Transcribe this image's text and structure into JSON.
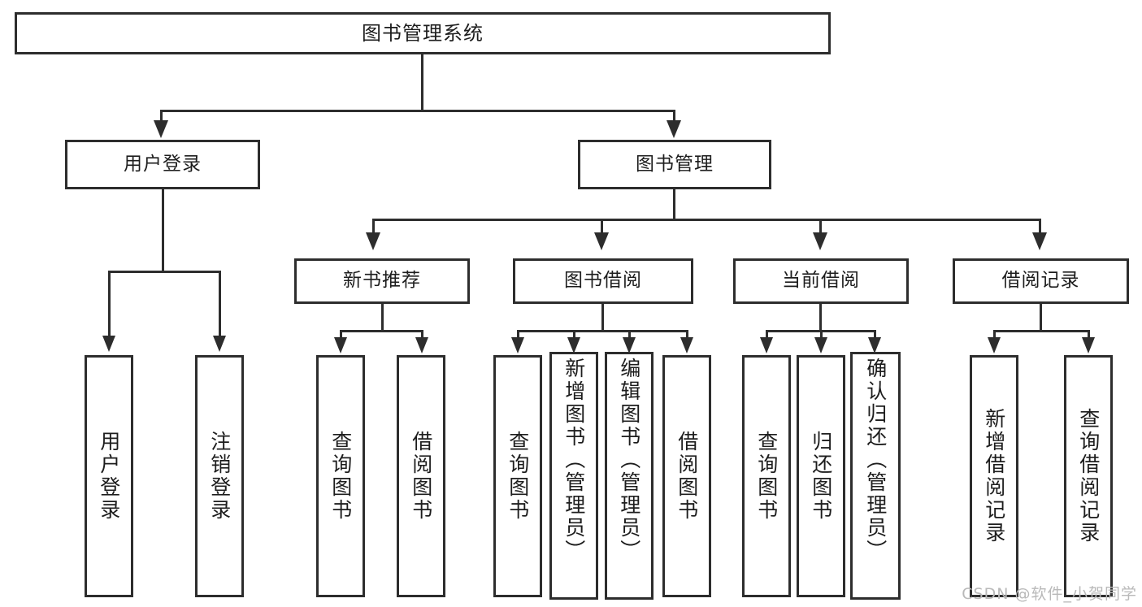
{
  "diagram": {
    "title": "图书管理系统",
    "type": "tree",
    "root": {
      "label": "图书管理系统"
    },
    "level2": [
      {
        "id": "user-login",
        "label": "用户登录"
      },
      {
        "id": "book-manage",
        "label": "图书管理"
      }
    ],
    "level3": [
      {
        "id": "new-book-recommend",
        "label": "新书推荐",
        "parent": "book-manage"
      },
      {
        "id": "book-borrow",
        "label": "图书借阅",
        "parent": "book-manage"
      },
      {
        "id": "current-borrow",
        "label": "当前借阅",
        "parent": "book-manage"
      },
      {
        "id": "borrow-record",
        "label": "借阅记录",
        "parent": "book-manage"
      }
    ],
    "leaves": {
      "user-login": [
        {
          "id": "leaf-user-login",
          "label": "用户登录"
        },
        {
          "id": "leaf-logout",
          "label": "注销登录"
        }
      ],
      "new-book-recommend": [
        {
          "id": "leaf-query-book-1",
          "label": "查询图书"
        },
        {
          "id": "leaf-borrow-book-1",
          "label": "借阅图书"
        }
      ],
      "book-borrow": [
        {
          "id": "leaf-query-book-2",
          "label": "查询图书"
        },
        {
          "id": "leaf-add-book",
          "label": "新增图书（管理员）"
        },
        {
          "id": "leaf-edit-book",
          "label": "编辑图书（管理员）"
        },
        {
          "id": "leaf-borrow-book-2",
          "label": "借阅图书"
        }
      ],
      "current-borrow": [
        {
          "id": "leaf-query-book-3",
          "label": "查询图书"
        },
        {
          "id": "leaf-return-book",
          "label": "归还图书"
        },
        {
          "id": "leaf-confirm-return",
          "label": "确认归还（管理员）"
        }
      ],
      "borrow-record": [
        {
          "id": "leaf-add-record",
          "label": "新增借阅记录"
        },
        {
          "id": "leaf-query-record",
          "label": "查询借阅记录"
        }
      ]
    }
  },
  "watermark": {
    "text": "CSDN @软件_小贺同学"
  },
  "colors": {
    "border": "#2d2d2d",
    "background": "#ffffff",
    "text": "#1d1d1d",
    "watermark": "#b9b9b9"
  }
}
